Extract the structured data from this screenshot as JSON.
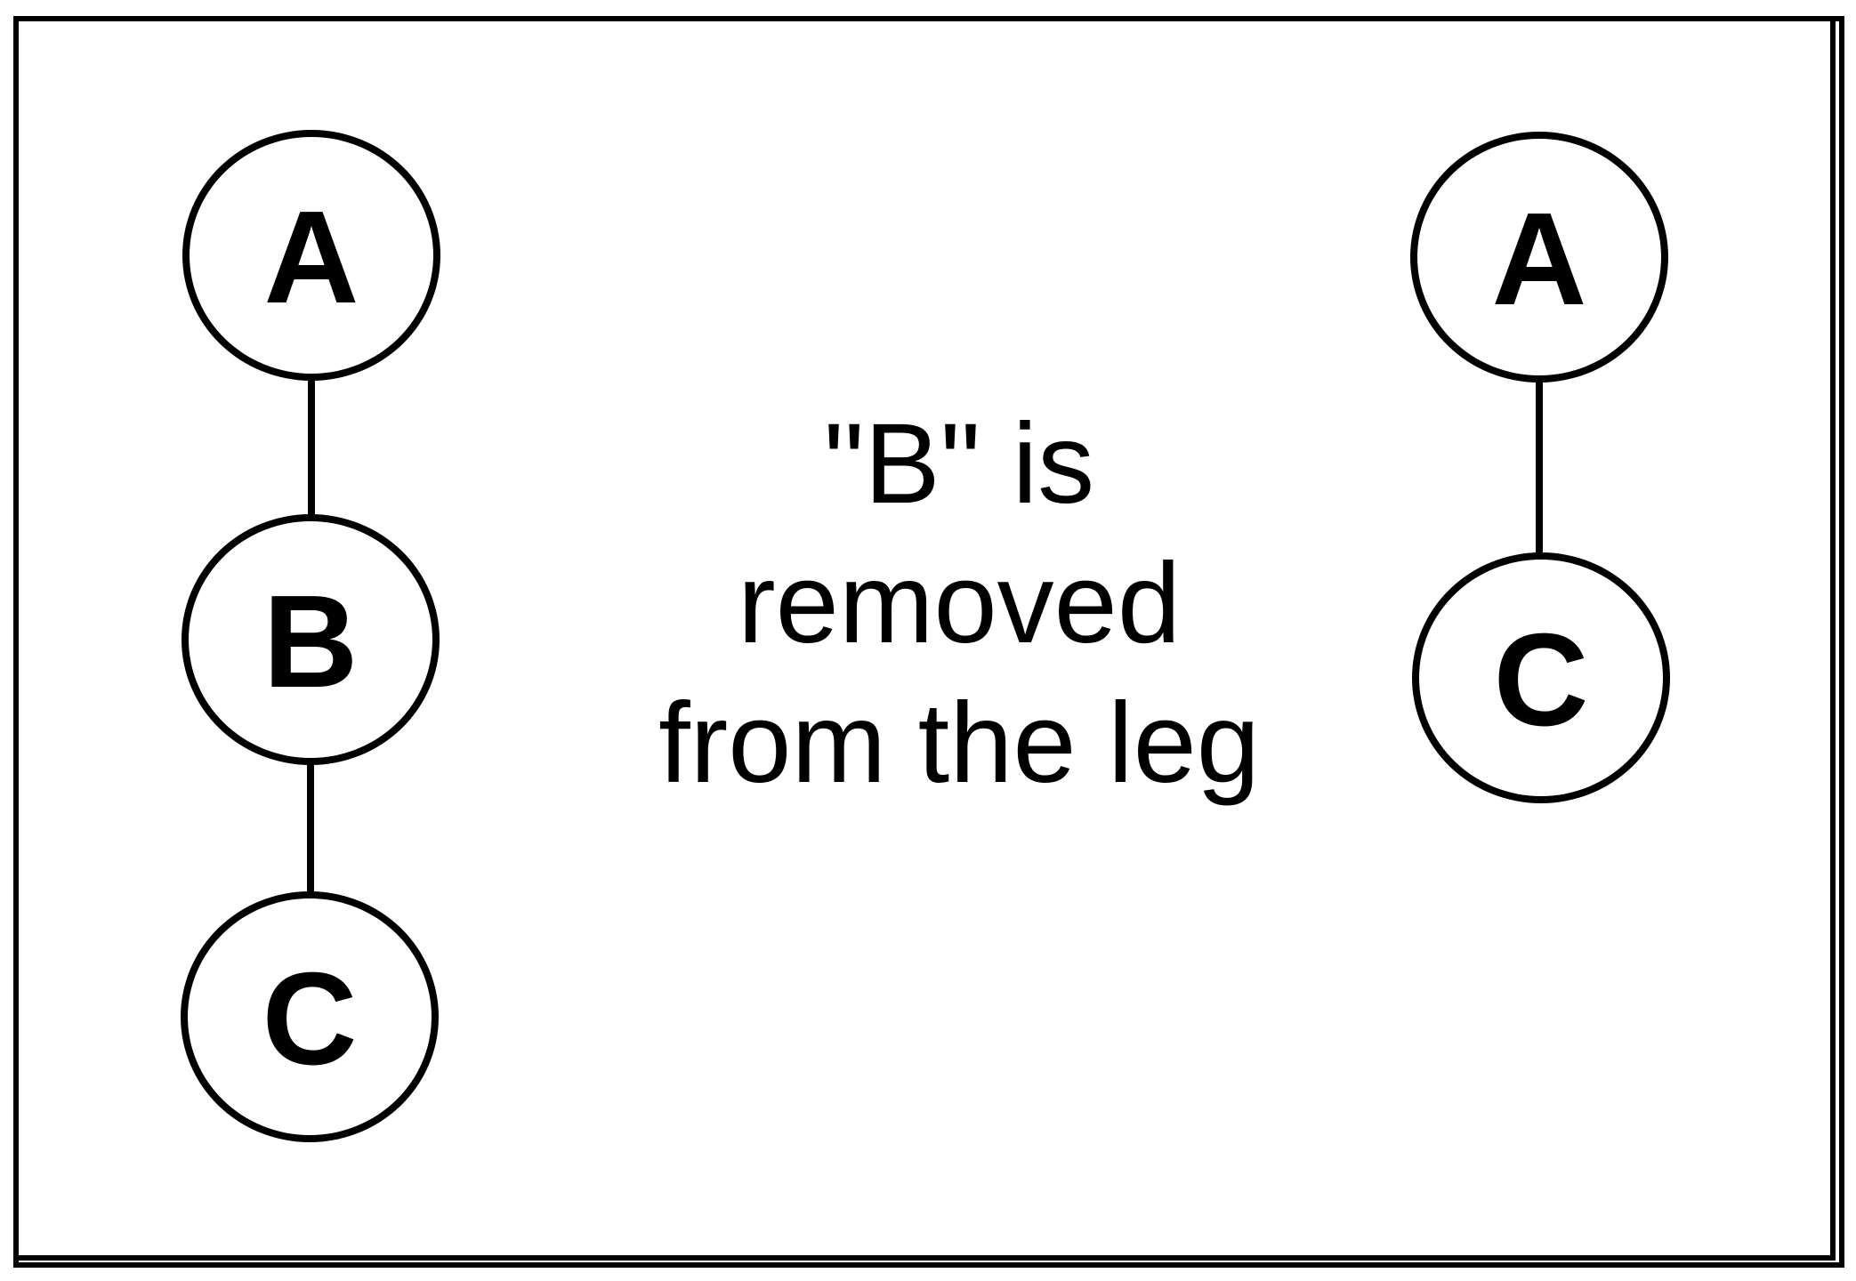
{
  "diagram": {
    "caption": {
      "text": "\"B\" is\nremoved\nfrom the leg"
    },
    "left_tree": {
      "description": "chain before removal",
      "nodes": [
        {
          "id": "A",
          "label": "A"
        },
        {
          "id": "B",
          "label": "B"
        },
        {
          "id": "C",
          "label": "C"
        }
      ],
      "edges": [
        {
          "from": "A",
          "to": "B"
        },
        {
          "from": "B",
          "to": "C"
        }
      ]
    },
    "right_tree": {
      "description": "chain after removal",
      "nodes": [
        {
          "id": "A",
          "label": "A"
        },
        {
          "id": "C",
          "label": "C"
        }
      ],
      "edges": [
        {
          "from": "A",
          "to": "C"
        }
      ]
    },
    "colors": {
      "stroke": "#000000",
      "background": "#ffffff"
    }
  }
}
